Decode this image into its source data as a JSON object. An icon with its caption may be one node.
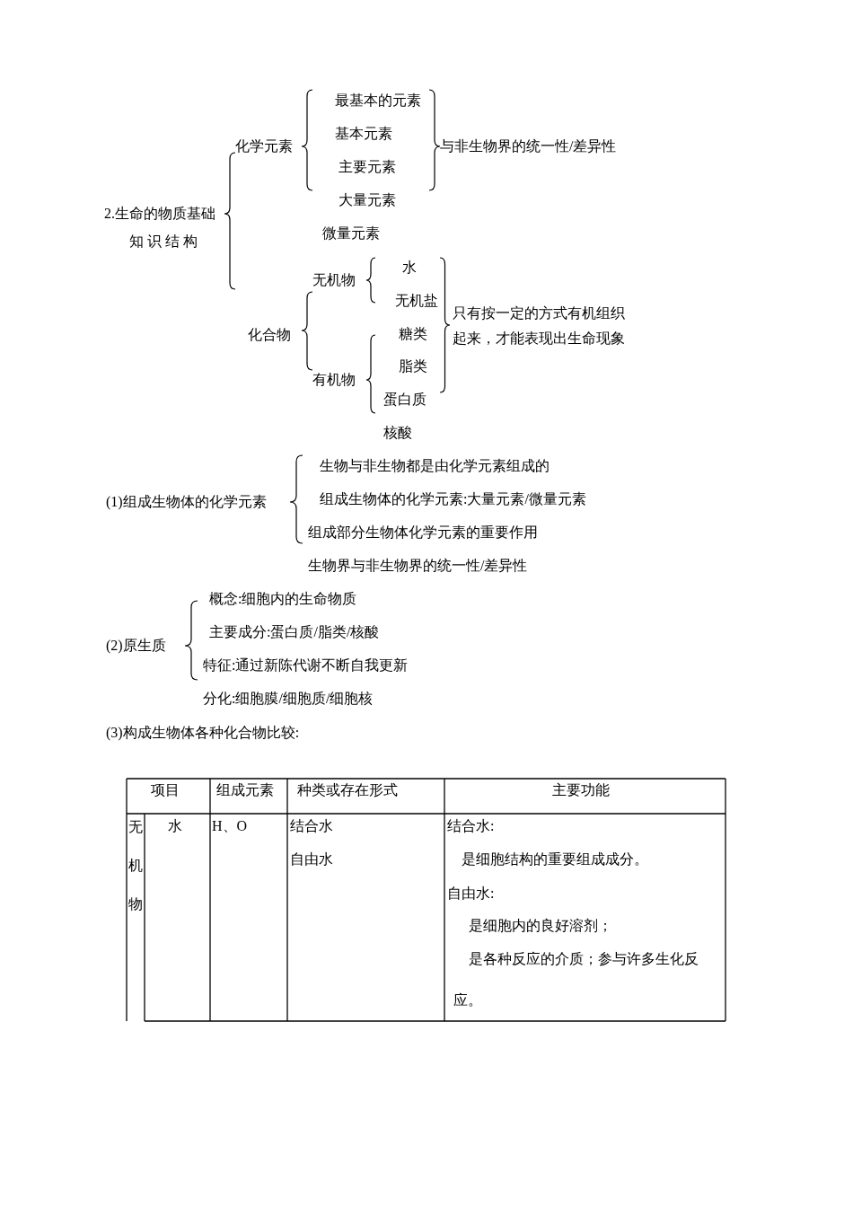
{
  "diagram": {
    "labels": [
      "2.生命的物质基础",
      "知 识 结 构",
      "化学元素",
      "最基本的元素",
      "基本元素",
      "主要元素",
      "与非生物界的统一性/差异性",
      "大量元素",
      "微量元素",
      "无机物",
      "水",
      "无机盐",
      "只有按一定的方式有机组织",
      "化合物",
      "糖类",
      "起来，才能表现出生命现象",
      "有机物",
      "脂类",
      "蛋白质",
      "核酸",
      "(1)组成生物体的化学元素",
      "生物与非生物都是由化学元素组成的",
      "组成生物体的化学元素:大量元素/微量元素",
      "组成部分生物体化学元素的重要作用",
      "生物界与非生物界的统一性/差异性",
      "概念:细胞内的生命物质",
      "(2)原生质",
      "主要成分:蛋白质/脂类/核酸",
      "特征:通过新陈代谢不断自我更新",
      "分化:细胞膜/细胞质/细胞核",
      "(3)构成生物体各种化合物比较:",
      "项目",
      "组成元素",
      "种类或存在形式",
      "主要功能",
      "无机物",
      "水",
      "H、O",
      "结合水",
      "自由水",
      "结合水:",
      "是细胞结构的重要组成成分。",
      "自由水:",
      "是细胞内的良好溶剂；",
      "是各种反应的介质；参与许多生化反应。"
    ]
  }
}
